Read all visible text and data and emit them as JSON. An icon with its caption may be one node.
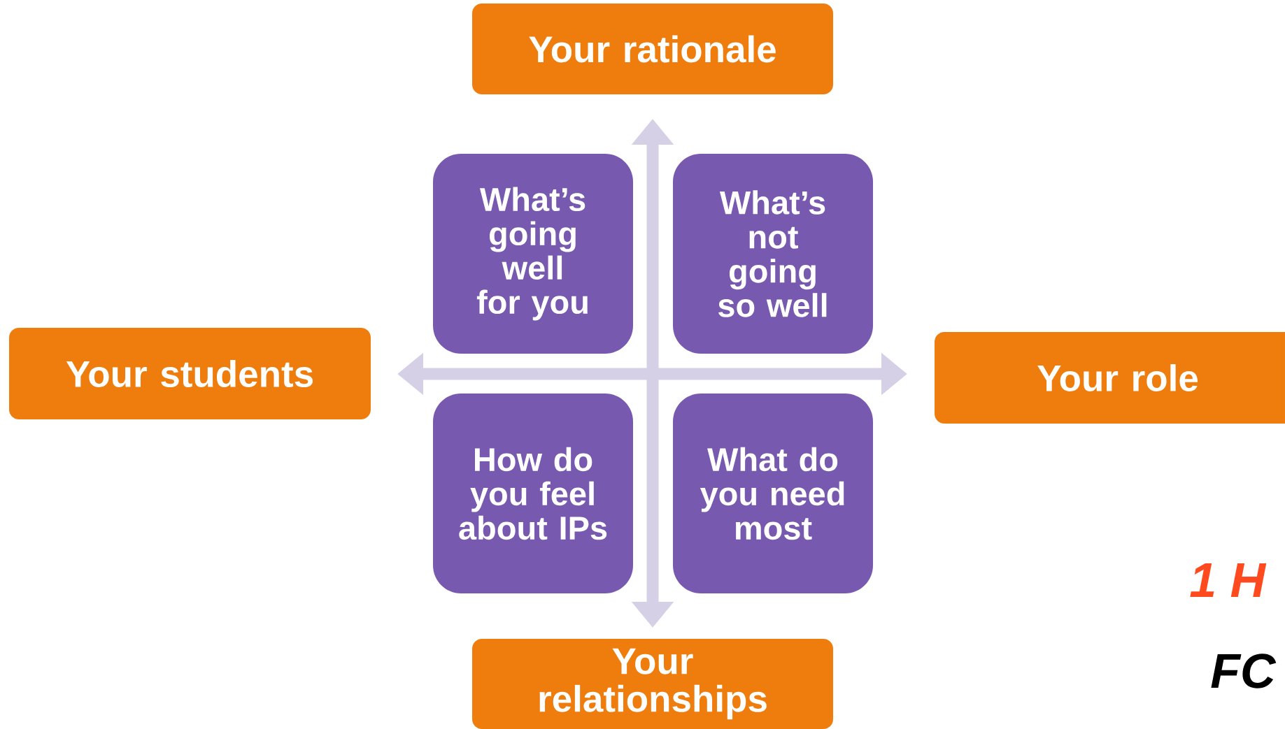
{
  "diagram": {
    "nodes": [
      {
        "text": [
          "Your rationale"
        ]
      },
      {
        "text": [
          "What’s going well for you"
        ]
      },
      {
        "text": [
          "What’s not going so well"
        ]
      },
      {
        "text": [
          "Your students"
        ]
      },
      {
        "text": [
          "Your role"
        ]
      },
      {
        "text": [
          "How do you feel about IPs"
        ]
      },
      {
        "text": [
          "What do you need most"
        ]
      },
      {
        "text": [
          "Your relationships"
        ]
      }
    ],
    "labels": [
      "1 H",
      "FC"
    ]
  }
}
